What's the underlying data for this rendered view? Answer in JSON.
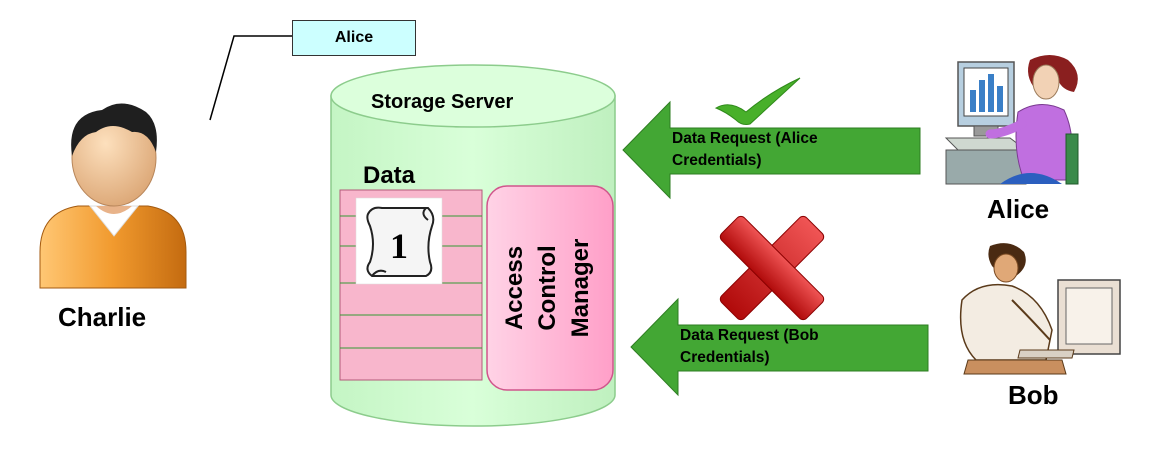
{
  "actors": {
    "charlie": "Charlie",
    "alice": "Alice",
    "bob": "Bob"
  },
  "callout": "Alice",
  "server": {
    "title": "Storage Server",
    "data_label": "Data",
    "document_number": "1",
    "acm_lines": [
      "Access",
      "Control",
      "Manager"
    ]
  },
  "requests": {
    "alice": {
      "line1": "Data Request (Alice",
      "line2": "Credentials)",
      "status": "accepted"
    },
    "bob": {
      "line1": "Data Request (Bob",
      "line2": "Credentials)",
      "status": "denied"
    }
  },
  "colors": {
    "server_fill": "#ccffcc",
    "arrow_fill": "#43a734",
    "check": "#44aa22",
    "cross": "#cc1111",
    "acm_fill": "#ffc0dc",
    "data_fill": "#f8b6cc"
  }
}
